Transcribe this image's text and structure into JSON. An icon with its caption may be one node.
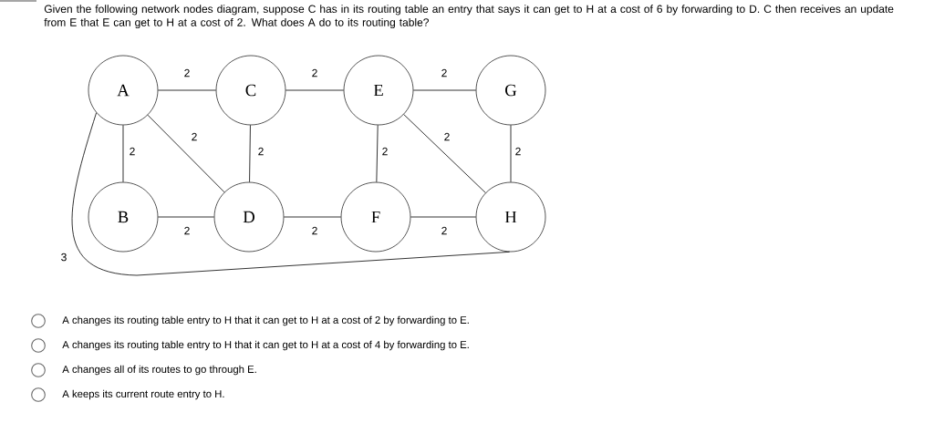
{
  "diagram": {
    "title": "Given the following network nodes diagram, suppose C has in its routing table an entry that says it can get to H at a cost of 6 by forwarding to D.  C then receives an update from E that E can get to H at a cost of 2.  What does A do to its routing table?",
    "nodes": [
      {
        "text": [
          "A"
        ]
      },
      {
        "text": [
          "C"
        ]
      },
      {
        "text": [
          "E"
        ]
      },
      {
        "text": [
          "G"
        ]
      },
      {
        "text": [
          "B"
        ]
      },
      {
        "text": [
          "D"
        ]
      },
      {
        "text": [
          "F"
        ]
      },
      {
        "text": [
          "H"
        ]
      }
    ],
    "edges": [
      {
        "from": 0,
        "to": 1,
        "arrow": "none",
        "label": "2"
      },
      {
        "from": 1,
        "to": 2,
        "arrow": "none",
        "label": "2"
      },
      {
        "from": 2,
        "to": 3,
        "arrow": "none",
        "label": "2"
      },
      {
        "from": 0,
        "to": 4,
        "arrow": "none",
        "label": "2"
      },
      {
        "from": 0,
        "to": 5,
        "arrow": "none",
        "label": "2"
      },
      {
        "from": 1,
        "to": 5,
        "arrow": "none",
        "label": "2"
      },
      {
        "from": 2,
        "to": 6,
        "arrow": "none",
        "label": "2"
      },
      {
        "from": 2,
        "to": 7,
        "arrow": "none",
        "label": "2"
      },
      {
        "from": 3,
        "to": 7,
        "arrow": "none",
        "label": "2"
      },
      {
        "from": 4,
        "to": 5,
        "arrow": "none",
        "label": "2"
      },
      {
        "from": 5,
        "to": 6,
        "arrow": "none",
        "label": "2"
      },
      {
        "from": 6,
        "to": 7,
        "arrow": "none",
        "label": "2"
      },
      {
        "from": 0,
        "to": 7,
        "arrow": "none",
        "label": "3"
      }
    ],
    "labels": [
      "A changes its routing table entry to H that it can get to H at a cost of 2 by forwarding to E.",
      "A changes its routing table entry to H that it can get to H at a cost of 4 by forwarding to E.",
      "A changes all of its routes to go through E.",
      "A keeps its current route entry to H."
    ]
  }
}
